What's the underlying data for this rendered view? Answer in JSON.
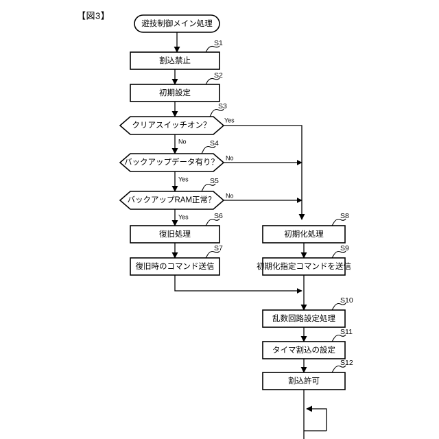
{
  "figure": {
    "title": "【図3】",
    "start_label": "遊技制御メイン処理"
  },
  "diagram": {
    "type": "flowchart",
    "nodes": [
      {
        "id": "start",
        "shape": "oval",
        "label": "遊技制御メイン処理",
        "step": ""
      },
      {
        "id": "s1",
        "shape": "process",
        "label": "割込禁止",
        "step": "S1"
      },
      {
        "id": "s2",
        "shape": "process",
        "label": "初期設定",
        "step": "S2"
      },
      {
        "id": "s3",
        "shape": "decision",
        "label": "クリアスイッチオン？",
        "step": "S3"
      },
      {
        "id": "s4",
        "shape": "decision",
        "label": "バックアップデータ有り？",
        "step": "S4"
      },
      {
        "id": "s5",
        "shape": "decision",
        "label": "バックアップRAM正常？",
        "step": "S5"
      },
      {
        "id": "s6",
        "shape": "process",
        "label": "復旧処理",
        "step": "S6"
      },
      {
        "id": "s7",
        "shape": "process",
        "label": "復旧時のコマンド送信",
        "step": "S7"
      },
      {
        "id": "s8",
        "shape": "process",
        "label": "初期化処理",
        "step": "S8"
      },
      {
        "id": "s9",
        "shape": "process",
        "label": "初期化指定コマンドを送信",
        "step": "S9"
      },
      {
        "id": "s10",
        "shape": "process",
        "label": "乱数回路設定処理",
        "step": "S10"
      },
      {
        "id": "s11",
        "shape": "process",
        "label": "タイマ割込の設定",
        "step": "S11"
      },
      {
        "id": "s12",
        "shape": "process",
        "label": "割込許可",
        "step": "S12"
      }
    ],
    "branch_labels": {
      "s3_yes": "Yes",
      "s3_no": "No",
      "s4_no": "No",
      "s4_yes": "Yes",
      "s5_no": "No",
      "s5_yes": "Yes"
    },
    "edges": [
      {
        "from": "start",
        "to": "s1",
        "label": ""
      },
      {
        "from": "s1",
        "to": "s2",
        "label": ""
      },
      {
        "from": "s2",
        "to": "s3",
        "label": ""
      },
      {
        "from": "s3",
        "to": "s4",
        "label": "No"
      },
      {
        "from": "s3",
        "to": "s8",
        "label": "Yes"
      },
      {
        "from": "s4",
        "to": "s5",
        "label": "Yes"
      },
      {
        "from": "s4",
        "to": "s8",
        "label": "No"
      },
      {
        "from": "s5",
        "to": "s6",
        "label": "Yes"
      },
      {
        "from": "s5",
        "to": "s8",
        "label": "No"
      },
      {
        "from": "s6",
        "to": "s7",
        "label": ""
      },
      {
        "from": "s7",
        "to": "s10",
        "label": ""
      },
      {
        "from": "s8",
        "to": "s9",
        "label": ""
      },
      {
        "from": "s9",
        "to": "s10",
        "label": ""
      },
      {
        "from": "s10",
        "to": "s11",
        "label": ""
      },
      {
        "from": "s11",
        "to": "s12",
        "label": ""
      },
      {
        "from": "s12",
        "to": "s12",
        "label": "loop"
      }
    ],
    "colors": {
      "stroke": "#000000",
      "fill": "#ffffff",
      "background": "#ffffff"
    }
  }
}
